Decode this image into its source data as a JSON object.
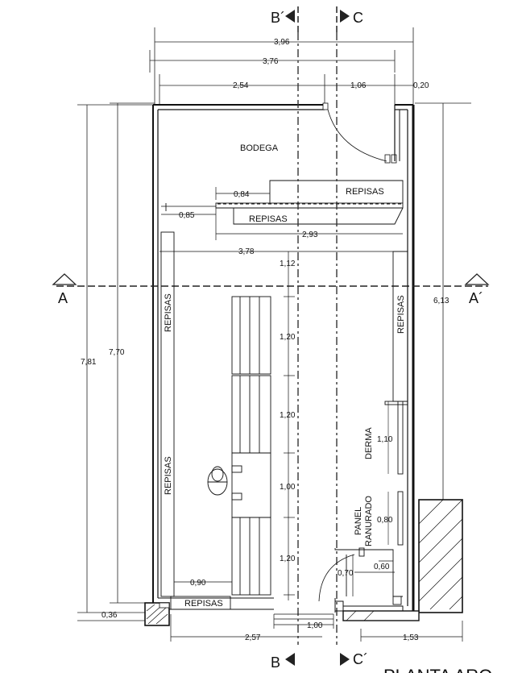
{
  "plan": {
    "title": "PLANTA ARQ",
    "rooms": {
      "bodega": "BODEGA"
    },
    "labels": {
      "repisas_top": "REPISAS",
      "repisas_shelf": "REPISAS",
      "repisas_left_upper": "REPISAS",
      "repisas_left_lower": "REPISAS",
      "repisas_right": "REPISAS",
      "repisas_bottom": "REPISAS",
      "derma": "DERMA",
      "panel": "PANEL",
      "ranurado": "RANURADO"
    },
    "sections": {
      "b_top": "B´",
      "c_top": "C",
      "b_bottom": "B",
      "c_bottom": "C´",
      "a_left": "A",
      "a_right": "A´"
    },
    "dimensions": {
      "total_width": "3,96",
      "inner_width": "3,76",
      "left_segment": "2,54",
      "door_segment": "1,06",
      "right_segment": "0,20",
      "left_height_outer": "7,81",
      "left_height_inner": "7,70",
      "right_height": "6,13",
      "shelf_offset": "0,84",
      "shelf_left": "0,85",
      "shelf_width": "2,93",
      "room_width": "3,78",
      "gap_1": "1,12",
      "table_1": "1,20",
      "table_2": "1,20",
      "gap_2": "1,00",
      "table_3": "1,20",
      "bottom_left": "0,90",
      "bottom_height": "0,36",
      "bottom_width": "2,57",
      "entrance_width": "1,00",
      "right_step": "1,53",
      "derma_len": "1,10",
      "panel_len": "0,80",
      "door_width": "0,70",
      "door_depth": "0,60"
    }
  }
}
